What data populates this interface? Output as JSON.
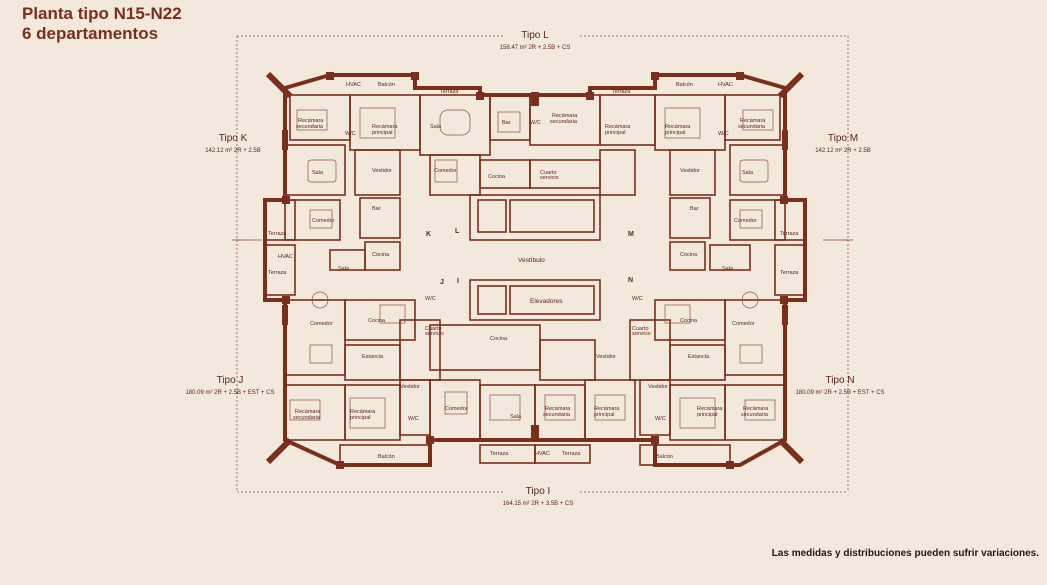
{
  "header": {
    "line1": "Planta tipo N15-N22",
    "line2": "6 departamentos"
  },
  "footer": {
    "note": "Las medidas y distribuciones pueden sufrir variaciones."
  },
  "units": {
    "L": {
      "name": "Tipo L",
      "area": "158.47 m²  2R + 2.5B + CS"
    },
    "K": {
      "name": "Tipo K",
      "area": "142.12 m²  2R + 2.5B"
    },
    "M": {
      "name": "Tipo M",
      "area": "142.12 m²  2R + 2.5B"
    },
    "J": {
      "name": "Tipo J",
      "area": "180.09 m²  2R + 2.5B + EST + CS"
    },
    "N": {
      "name": "Tipo N",
      "area": "180.09 m²  2R + 2.5B + EST + CS"
    },
    "I": {
      "name": "Tipo I",
      "area": "164.15 m²  2R + 3.5B + CS"
    }
  },
  "rooms": {
    "balcon": "Balcón",
    "hvac": "HVAC",
    "terraza": "Terraza",
    "recamara": "Recámara",
    "secundaria": "secundaria",
    "principal": "principal",
    "sala": "Sala",
    "bar": "Bar",
    "comedor": "Comedor",
    "cocina": "Cocina",
    "vestidor": "Vestidor",
    "wc": "W/C",
    "estancia": "Estancia",
    "vestibulo": "Vestíbulo",
    "elevadores": "Elevadores",
    "cuarto": "Cuarto",
    "servicio": "servicio"
  },
  "markers": {
    "K": "K",
    "L": "L",
    "M": "M",
    "J": "J",
    "I": "I",
    "N": "N"
  }
}
